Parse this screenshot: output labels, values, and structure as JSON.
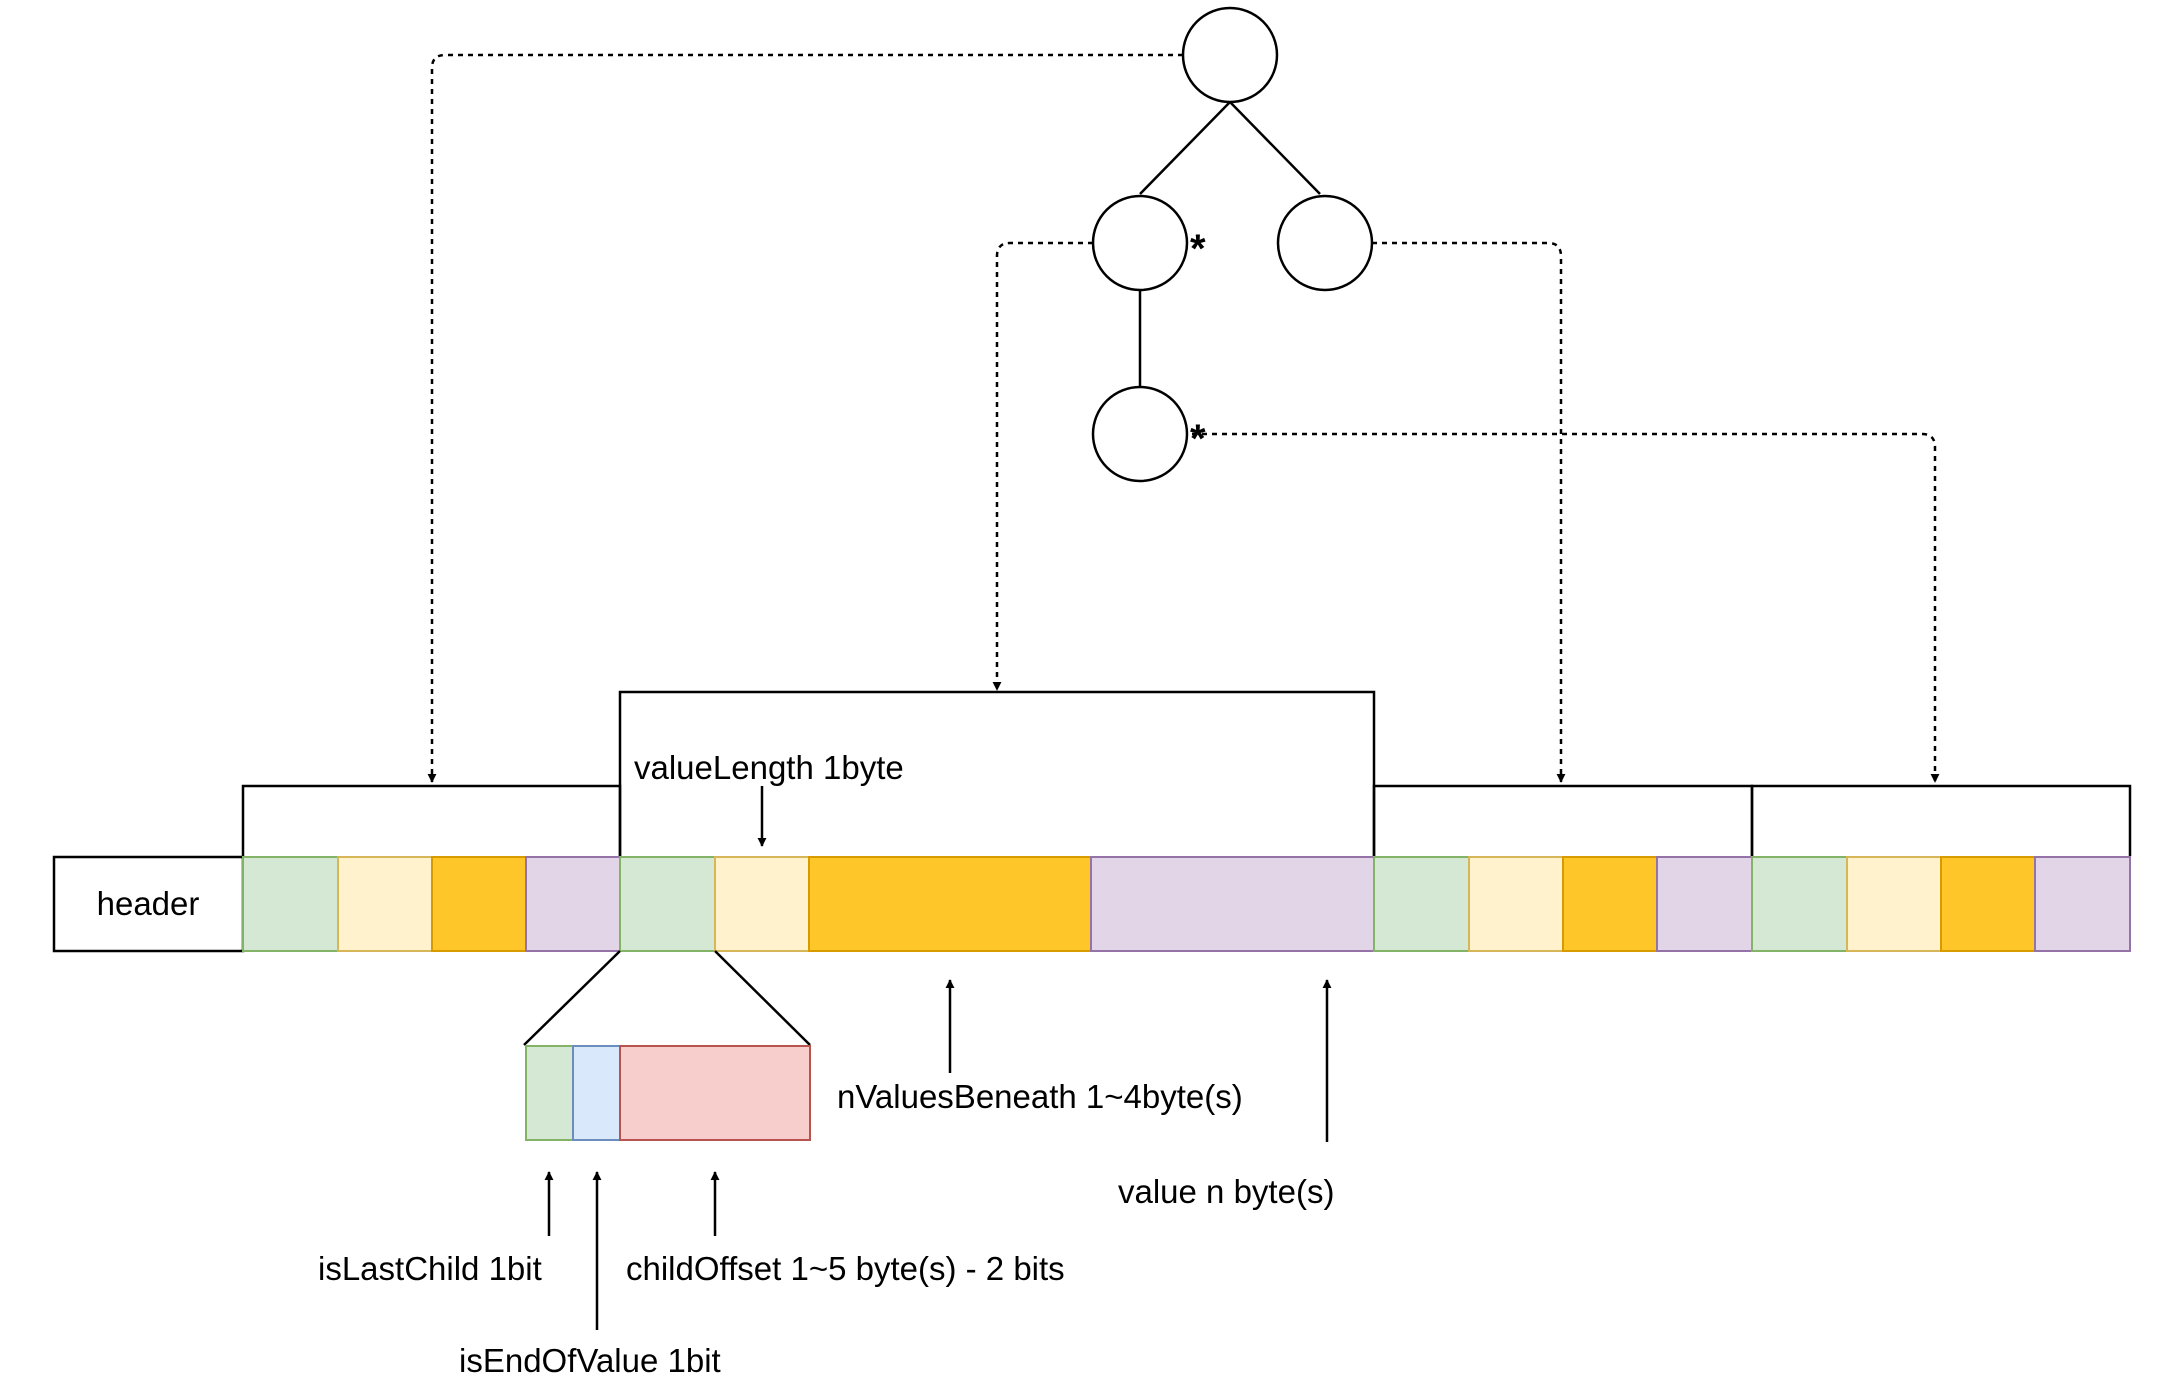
{
  "labels": {
    "header": "header",
    "value_length": "valueLength 1byte",
    "n_values_beneath": "nValuesBeneath 1~4byte(s)",
    "value_n": "value n byte(s)",
    "is_last_child": "isLastChild 1bit",
    "is_end_of_value": "isEndOfValue 1bit",
    "child_offset": "childOffset 1~5 byte(s) - 2 bits",
    "star_a": "*",
    "star_b": "*"
  },
  "colors": {
    "green": "#d5e8d4",
    "green_border": "#82b366",
    "light_yellow": "#fff2cc",
    "light_yellow_border": "#d6b656",
    "orange": "#ffc629",
    "orange_border": "#d79b00",
    "purple": "#e1d5e7",
    "purple_border": "#9673a6",
    "blue": "#dae8fc",
    "blue_border": "#6c8ebf",
    "red": "#f8cecc",
    "red_border": "#b85450"
  }
}
